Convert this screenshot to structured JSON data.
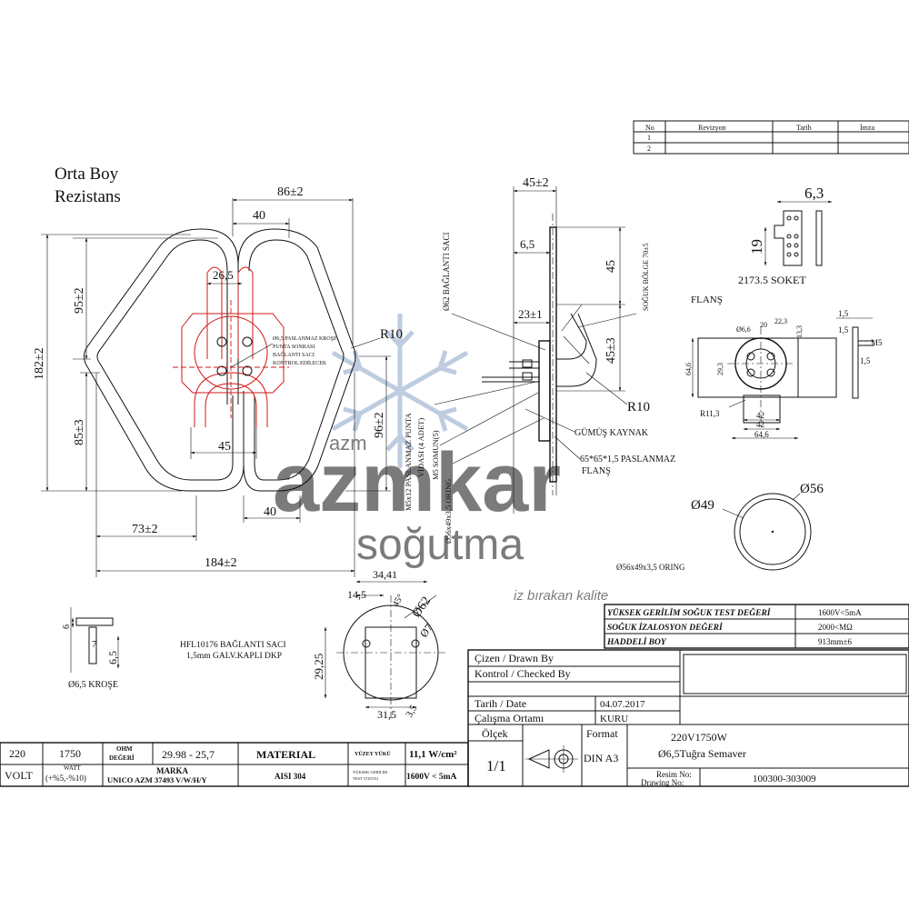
{
  "title": {
    "line1": "Orta Boy",
    "line2": "Rezistans"
  },
  "revision_table": {
    "headers": [
      "No",
      "Revizyon",
      "Tarih",
      "İmza"
    ],
    "rows": [
      "1",
      "2"
    ]
  },
  "watermark": {
    "small": "azm",
    "brand": "azmkar",
    "sub": "soğutma",
    "slogan": "iz bırakan kalite",
    "color": "#8aa4c8"
  },
  "main_view": {
    "dims": {
      "top_width": "86±2",
      "top_inner": "40",
      "center_gap": "26,5",
      "left_upper": "95±2",
      "total_height": "182±2",
      "left_lower": "85±3",
      "right_lower": "96±2",
      "inner_bottom": "45",
      "bottom_right": "40",
      "left_bottom": "73±2",
      "total_width": "184±2",
      "radius": "R10"
    },
    "note": [
      "Ø6,5 PASLANMAZ KROŞE",
      "PUNTA SONRASI",
      "BAĞLANTI SACI",
      "KONTROL EDİLECEK"
    ]
  },
  "side_view": {
    "dims": {
      "top": "45±2",
      "d65": "6,5",
      "d45": "45",
      "d23": "23±1",
      "d45b": "45±3",
      "r10": "R10",
      "bend": "SOĞUK BÖLGE 70±5"
    },
    "labels": {
      "sac": "Ø62 BAĞLANTI SACI",
      "vida": [
        "M5x12 PASLANMAZ PUNTA",
        "VİDASI (4 ADET)"
      ],
      "somun": "M5 SOMUN(5)",
      "oring": "Ø56x49x3,5  ORING",
      "kaynak": "GÜMÜŞ KAYNAK",
      "flans": [
        "65*65*1,5 PASLANMAZ",
        "FLANŞ"
      ]
    }
  },
  "soket": {
    "d63": "6,3",
    "d19": "19",
    "label": "2173.5 SOKET"
  },
  "flans_view": {
    "label": "FLANŞ",
    "dims": {
      "d66": "Ø6,6",
      "d20": "20",
      "d223": "22,3",
      "d133": "13,3",
      "d646": "64,6",
      "d293": "29,3",
      "d42a": "42",
      "d42b": "42",
      "d646b": "64,6",
      "r113": "R11,3",
      "d15a": "1,5",
      "d15b": "1,5",
      "m5": "M5",
      "d15c": "1,5"
    }
  },
  "oring_view": {
    "d49": "Ø49",
    "d56": "Ø56",
    "label": "Ø56x49x3,5  ORING"
  },
  "krose": {
    "d6": "6",
    "d65": "6,5",
    "d7": "7",
    "label": "Ø6,5 KROŞE"
  },
  "hfl": {
    "line1": "HFL10176 BAĞLANTI SACI",
    "line2": "1,5mm GALV.KAPLI DKP"
  },
  "plate_view": {
    "d3441": "34,41",
    "d145": "14,5",
    "d62": "Ø62",
    "d7": "Ø7",
    "d2925": "29,25",
    "d315": "31,5",
    "d45": "45°",
    "d35": "3,5"
  },
  "specs": [
    {
      "label": "YÜKSEK GERİLİM SOĞUK TEST DEĞERİ",
      "value": "1600V<5mA"
    },
    {
      "label": "SOĞUK İZALOSYON DEĞERİ",
      "value": "2000<MΩ"
    },
    {
      "label": "HADDELİ BOY",
      "value": "913mm±6"
    }
  ],
  "title_block": {
    "drawn_by": "Çizen / Drawn By",
    "checked_by": "Kontrol / Checked By",
    "date_label": "Tarih / Date",
    "date_value": "04.07.2017",
    "env_label": "Çalışma Ortamı",
    "env_value": "KURU",
    "scale_label": "Ölçek",
    "scale_value": "1/1",
    "format_label": "Format",
    "format_value": "DIN A3",
    "product_line1": "220V1750W",
    "product_line2": "Ø6,5Tuğra Semaver",
    "drawing_no_label1": "Resim No:",
    "drawing_no_label2": "Drawing  No:",
    "drawing_no_value": "100300-303009"
  },
  "bottom_table": {
    "volt_value": "220",
    "volt_label": "VOLT",
    "watt_value": "1750",
    "watt_label": "WATT",
    "watt_tol": "(+%5,-%10)",
    "ohm_label1": "OHM",
    "ohm_label2": "DEĞERİ",
    "ohm_value": "29.98 - 25,7",
    "marka_label": "MARKA",
    "marka_value": "UNICO AZM 37493 V/W/H/Y",
    "material_label": "MATERIAL",
    "material_value": "AISI 304",
    "surface_label": "YÜZEY YÜKÜ",
    "surface_value": "11,1 W/cm²",
    "hv_label1": "YÜKSEK GERİLİM",
    "hv_label2": "TEST VOLTAJ",
    "hv_value": "1600V < 5mA"
  }
}
